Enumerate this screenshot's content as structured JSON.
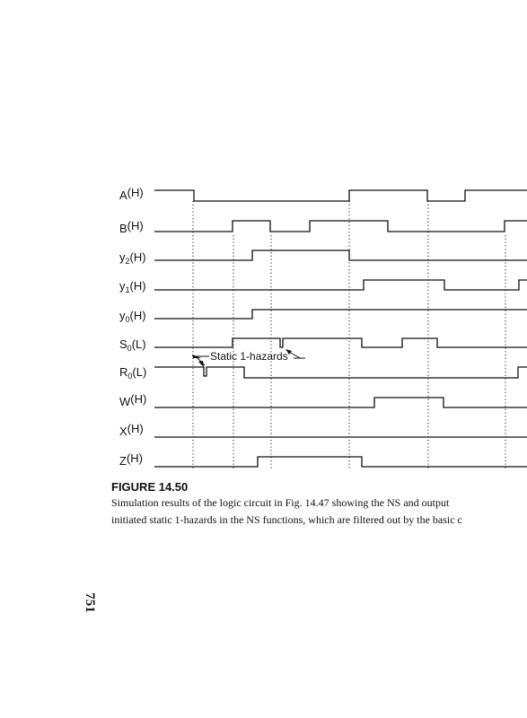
{
  "signals": [
    {
      "base": "A",
      "sub": "",
      "suffix": "(H)"
    },
    {
      "base": "B",
      "sub": "",
      "suffix": "(H)"
    },
    {
      "base": "y",
      "sub": "2",
      "suffix": "(H)"
    },
    {
      "base": "y",
      "sub": "1",
      "suffix": "(H)"
    },
    {
      "base": "y",
      "sub": "0",
      "suffix": "(H)"
    },
    {
      "base": "S",
      "sub": "0",
      "suffix": "(L)"
    },
    {
      "base": "R",
      "sub": "0",
      "suffix": "(L)"
    },
    {
      "base": "W",
      "sub": "",
      "suffix": "(H)"
    },
    {
      "base": "X",
      "sub": "",
      "suffix": "(H)"
    },
    {
      "base": "Z",
      "sub": "",
      "suffix": "(H)"
    }
  ],
  "annotation": "Static 1-hazards",
  "figure": {
    "title": "FIGURE 14.50",
    "caption_lines": [
      "Simulation results of the logic circuit in Fig. 14.47 showing the NS and output",
      "initiated static 1-hazards in the NS functions, which are filtered out by the basic c"
    ]
  },
  "page_number": "751"
}
